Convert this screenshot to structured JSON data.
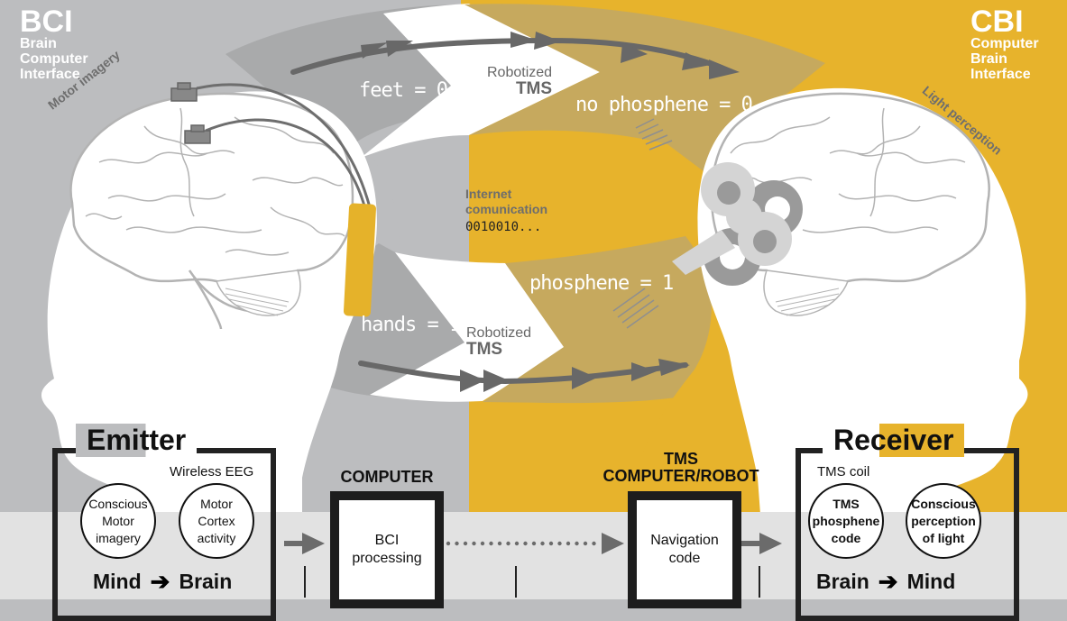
{
  "colors": {
    "bci_bg": "#bcbdbf",
    "cbi_bg": "#e7b32c",
    "bottom_strip": "#e2e2e2",
    "band_gray": "#a9aaab",
    "band_tan": "#c6a95e",
    "arrow": "#686868",
    "head": "#ffffff",
    "brain_line": "#b3b3b3",
    "eeg_device": "#e5b22a"
  },
  "left": {
    "acronym": "BCI",
    "subtitle_lines": [
      "Brain",
      "Computer",
      "Interface"
    ],
    "curved_label": "Motor imagery"
  },
  "right": {
    "acronym": "CBI",
    "subtitle_lines": [
      "Computer",
      "Brain",
      "Interface"
    ],
    "curved_label": "Light perception"
  },
  "channels": {
    "top": {
      "input_label": "feet = 0",
      "device_small": "Robotized",
      "device_big": "TMS",
      "output_label": "no phosphene = 0"
    },
    "middle": {
      "label_line1": "Internet",
      "label_line2": "comunication",
      "bits": "0010010..."
    },
    "bottom": {
      "input_label": "hands = 1",
      "device_small": "Robotized",
      "device_big": "TMS",
      "output_label": "phosphene = 1"
    }
  },
  "flow": {
    "emitter": {
      "title": "Emitter",
      "note": "Wireless EEG",
      "circle1": "Conscious Motor imagery",
      "circle2": "Motor Cortex activity",
      "from": "Mind",
      "to": "Brain"
    },
    "computer": {
      "title": "COMPUTER",
      "box": "BCI processing"
    },
    "tms_computer": {
      "title_line1": "TMS",
      "title_line2": "COMPUTER/ROBOT",
      "box": "Navigation code"
    },
    "receiver": {
      "title": "Receiver",
      "note": "TMS coil",
      "circle1": "TMS phosphene code",
      "circle2": "Conscious perception of light",
      "from": "Brain",
      "to": "Mind"
    }
  },
  "icons": {
    "eeg_electrode": "eeg-electrode-icon",
    "wind_up_key": "wind-up-key-icon",
    "arrow_right": "arrow-right-icon"
  }
}
